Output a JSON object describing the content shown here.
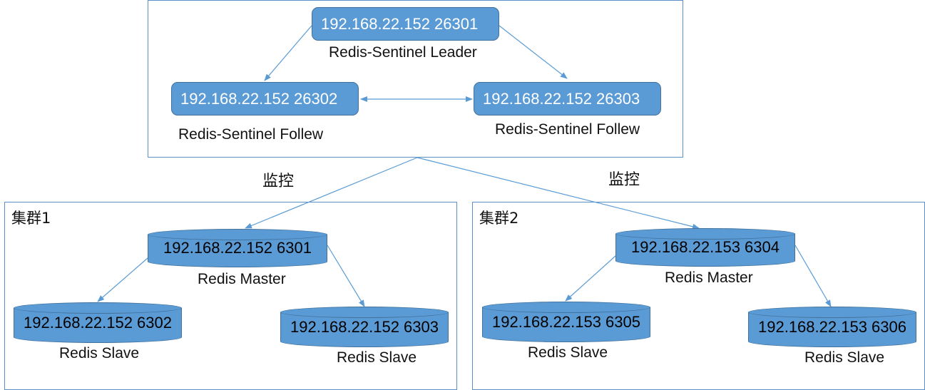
{
  "sentinel_group": {
    "leader": {
      "address": "192.168.22.152 26301",
      "role": "Redis-Sentinel Leader"
    },
    "follower_left": {
      "address": "192.168.22.152 26302",
      "role": "Redis-Sentinel Follew"
    },
    "follower_right": {
      "address": "192.168.22.152 26303",
      "role": "Redis-Sentinel Follew"
    }
  },
  "monitor_labels": {
    "left": "监控",
    "right": "监控"
  },
  "cluster1": {
    "title": "集群1",
    "master": {
      "address": "192.168.22.152 6301",
      "role": "Redis Master"
    },
    "slave_left": {
      "address": "192.168.22.152 6302",
      "role": "Redis Slave"
    },
    "slave_right": {
      "address": "192.168.22.152 6303",
      "role": "Redis Slave"
    }
  },
  "cluster2": {
    "title": "集群2",
    "master": {
      "address": "192.168.22.153 6304",
      "role": "Redis Master"
    },
    "slave_left": {
      "address": "192.168.22.153 6305",
      "role": "Redis Slave"
    },
    "slave_right": {
      "address": "192.168.22.153 6306",
      "role": "Redis Slave"
    }
  },
  "colors": {
    "node_fill": "#5b9bd5",
    "node_border": "#41719c",
    "frame_border": "#5b8fc9",
    "arrow": "#5b9bd5"
  }
}
